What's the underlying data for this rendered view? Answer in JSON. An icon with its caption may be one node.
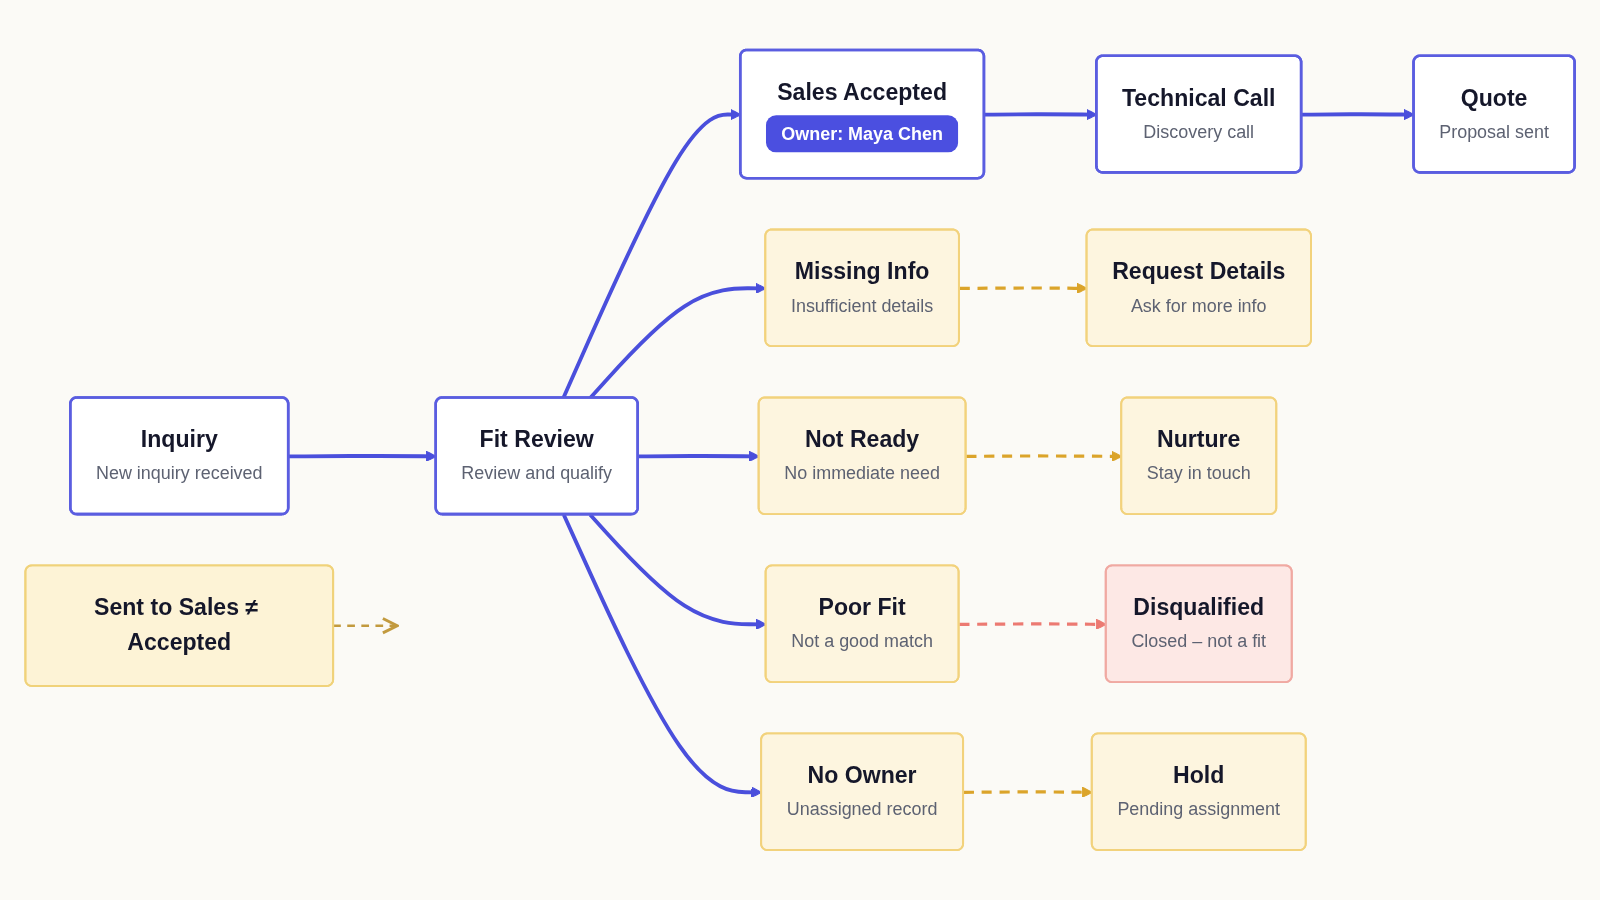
{
  "diagram": {
    "nodes": [
      {
        "text": [
          "Inquiry",
          "New inquiry received"
        ]
      },
      {
        "text": [
          "Fit Review",
          "Review and qualify"
        ]
      },
      {
        "text": [
          "Sales Accepted",
          "Owner: Maya Chen"
        ]
      },
      {
        "text": [
          "Technical Call",
          "Discovery call"
        ]
      },
      {
        "text": [
          "Quote",
          "Proposal sent"
        ]
      },
      {
        "text": [
          "Sent to Sales ≠ Accepted"
        ]
      },
      {
        "text": [
          "Missing Info",
          "Insufficient details"
        ]
      },
      {
        "text": [
          "Request Details",
          "Ask for more info"
        ]
      },
      {
        "text": [
          "Not Ready",
          "No immediate need"
        ]
      },
      {
        "text": [
          "Nurture",
          "Stay in touch"
        ]
      },
      {
        "text": [
          "Poor Fit",
          "Not a good match"
        ]
      },
      {
        "text": [
          "Disqualified",
          "Closed – not a fit"
        ]
      },
      {
        "text": [
          "No Owner",
          "Unassigned record"
        ]
      },
      {
        "text": [
          "Hold",
          "Pending assignment"
        ]
      }
    ],
    "edges": [
      {
        "from": 0,
        "to": 1,
        "arrow": "to"
      },
      {
        "from": 1,
        "to": 2,
        "arrow": "to"
      },
      {
        "from": 2,
        "to": 3,
        "arrow": "to"
      },
      {
        "from": 3,
        "to": 4,
        "arrow": "to"
      },
      {
        "from": 1,
        "to": 6,
        "arrow": "to"
      },
      {
        "from": 1,
        "to": 8,
        "arrow": "to"
      },
      {
        "from": 1,
        "to": 10,
        "arrow": "to"
      },
      {
        "from": 1,
        "to": 12,
        "arrow": "to"
      },
      {
        "from": 6,
        "to": 7,
        "arrow": "to",
        "style": "dashed",
        "color": "#dba42a"
      },
      {
        "from": 8,
        "to": 9,
        "arrow": "to",
        "style": "dashed",
        "color": "#dba42a"
      },
      {
        "from": 10,
        "to": 11,
        "arrow": "to",
        "style": "dashed",
        "color": "#ec7a72"
      },
      {
        "from": 12,
        "to": 13,
        "arrow": "to",
        "style": "dashed",
        "color": "#dba42a"
      },
      {
        "from": 5,
        "to": null,
        "arrow": "to",
        "style": "dashed",
        "color": "#c29a3e"
      }
    ]
  }
}
